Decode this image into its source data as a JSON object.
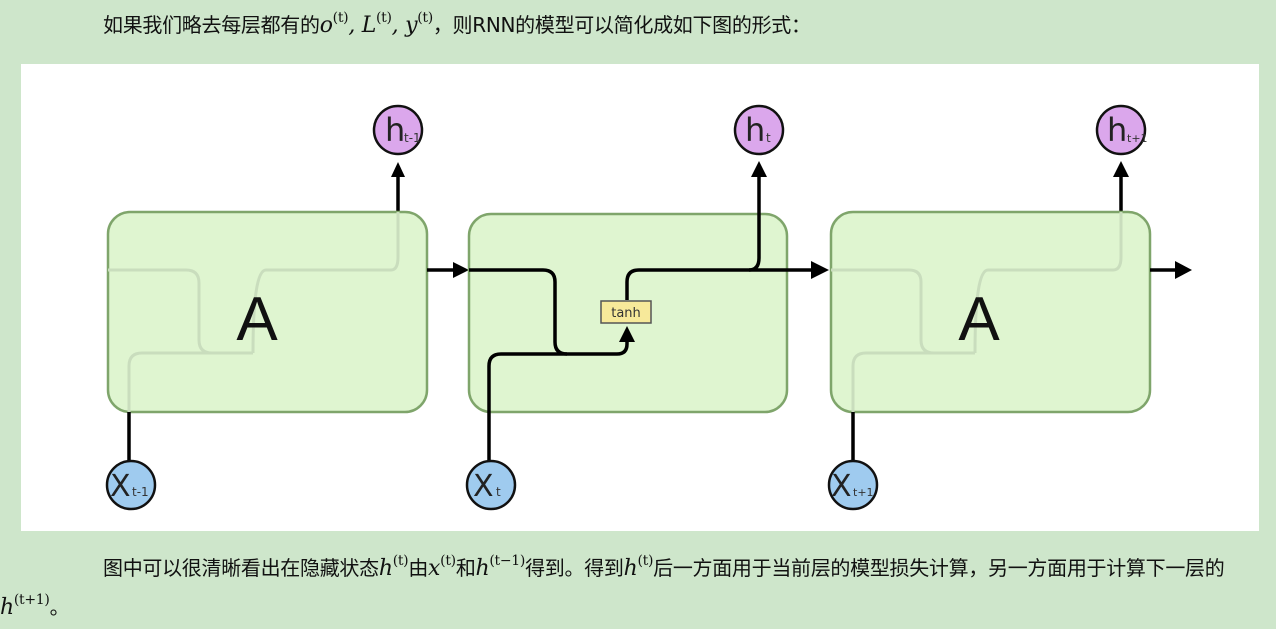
{
  "paragraph1": {
    "prefix": "如果我们略去每层都有的",
    "var1": "o",
    "var2": "L",
    "var3": "y",
    "sup": "(t)",
    "sep": ", ",
    "suffix": "，则RNN的模型可以简化成如下图的形式："
  },
  "diagram": {
    "cells": [
      {
        "label": "A",
        "input": "X",
        "input_sub": "t-1",
        "output": "h",
        "output_sub": "t-1",
        "expanded": false
      },
      {
        "label": "",
        "input": "X",
        "input_sub": "t",
        "output": "h",
        "output_sub": "t",
        "expanded": true,
        "activation": "tanh"
      },
      {
        "label": "A",
        "input": "X",
        "input_sub": "t+1",
        "output": "h",
        "output_sub": "t+1",
        "expanded": false
      }
    ],
    "colors": {
      "cell_fill": "#dff5d0",
      "cell_stroke": "#7fa56b",
      "output_node": "#dba7ec",
      "input_node": "#9fcbef",
      "activation_fill": "#f7e99a",
      "background": "#cee6cb"
    }
  },
  "paragraph2": {
    "t1": "图中可以很清晰看出在隐藏状态",
    "t2": "由",
    "t3": "和",
    "t4": "得到。得到",
    "t5": "后一方面用于当前层的模型损失计算，另一方面用于计算下一层的",
    "t6": "。",
    "h": "h",
    "x": "x",
    "sup_t": "(t)",
    "sup_tm1": "(t−1)",
    "sup_tp1": "(t+1)"
  }
}
